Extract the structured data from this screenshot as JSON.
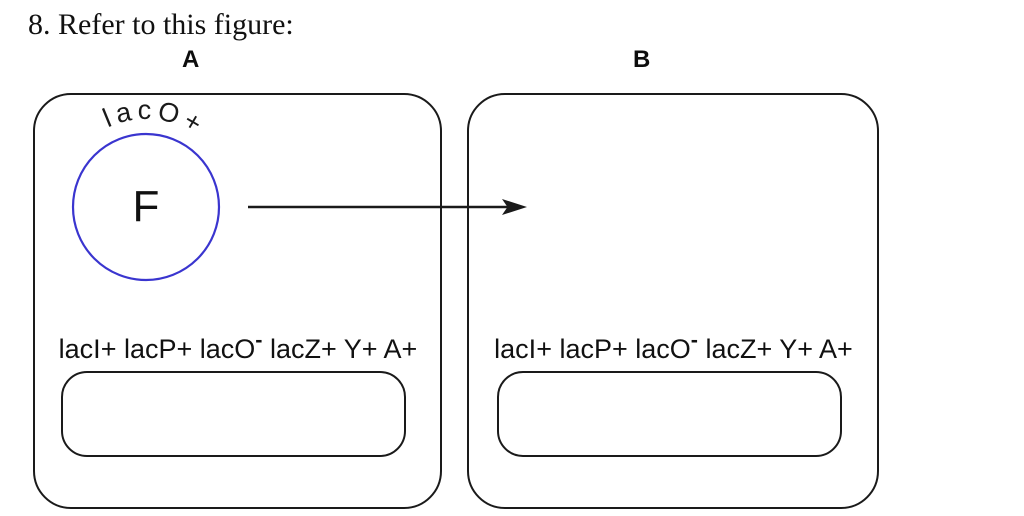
{
  "figure": {
    "title": "8. Refer to this figure:"
  },
  "colors": {
    "ink": "#1a1a1a",
    "plasmid_stroke": "#3a35cf"
  },
  "cells": [
    {
      "label": "A",
      "plasmid": {
        "name": "F",
        "gene": "lacO+"
      },
      "genotype": {
        "pre": "lacI+ lacP+ lacO",
        "sup": "-",
        "post": " lacZ+ Y+ A+"
      }
    },
    {
      "label": "B",
      "genotype": {
        "pre": "lacI+ lacP+ lacO",
        "sup": "-",
        "post": " lacZ+ Y+ A+"
      }
    }
  ]
}
